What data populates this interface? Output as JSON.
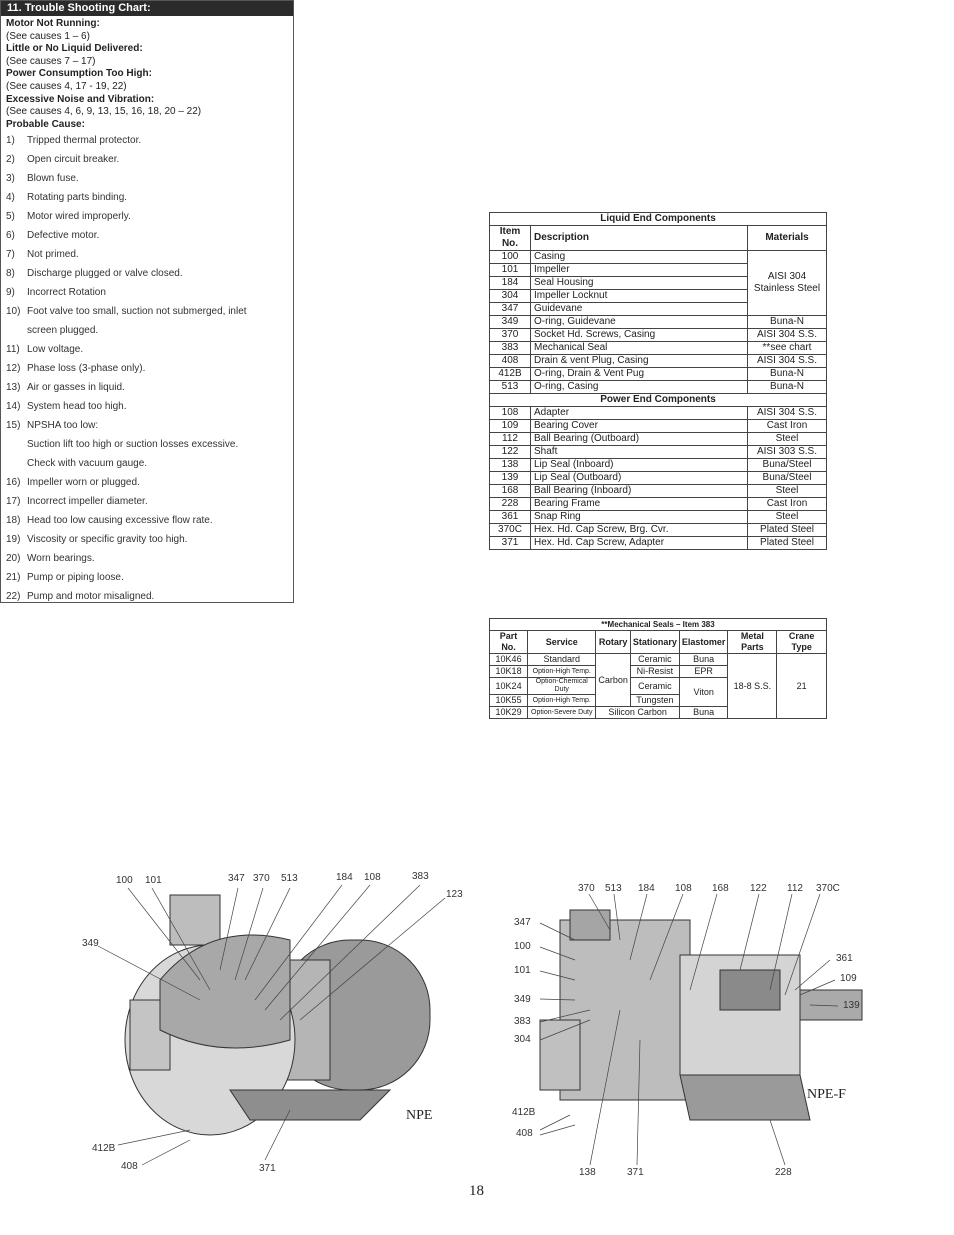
{
  "trouble": {
    "title": "11. Trouble Shooting Chart:",
    "sections": [
      {
        "head": "Motor Not Running:",
        "see": "(See causes 1 – 6)"
      },
      {
        "head": "Little or No Liquid Delivered:",
        "see": "(See causes 7 – 17)"
      },
      {
        "head": "Power Consumption Too High:",
        "see": "(See causes 4, 17 - 19, 22)"
      },
      {
        "head": "Excessive Noise and Vibration:",
        "see": "(See causes 4, 6, 9, 13, 15, 16, 18, 20 – 22)"
      }
    ],
    "probable_head": "Probable Cause:",
    "causes": [
      {
        "n": "1)",
        "t": "Tripped thermal protector."
      },
      {
        "n": "2)",
        "t": "Open circuit breaker."
      },
      {
        "n": "3)",
        "t": "Blown fuse."
      },
      {
        "n": "4)",
        "t": "Rotating parts binding."
      },
      {
        "n": "5)",
        "t": "Motor wired improperly."
      },
      {
        "n": "6)",
        "t": "Defective motor."
      },
      {
        "n": "7)",
        "t": "Not primed."
      },
      {
        "n": "8)",
        "t": "Discharge plugged or valve closed."
      },
      {
        "n": "9)",
        "t": "Incorrect Rotation"
      },
      {
        "n": "10)",
        "t": "Foot valve too small, suction not submerged, inlet"
      },
      {
        "n": "",
        "t": "screen plugged."
      },
      {
        "n": "11)",
        "t": "Low voltage."
      },
      {
        "n": "12)",
        "t": "Phase loss (3-phase only)."
      },
      {
        "n": "13)",
        "t": "Air or gasses in liquid."
      },
      {
        "n": "14)",
        "t": "System head too high."
      },
      {
        "n": "15)",
        "t": "NPSHA too low:"
      },
      {
        "n": "",
        "t": "Suction lift too high or suction losses excessive."
      },
      {
        "n": "",
        "t": "Check with vacuum gauge."
      },
      {
        "n": "16)",
        "t": "Impeller worn or plugged."
      },
      {
        "n": "17)",
        "t": "Incorrect impeller diameter."
      },
      {
        "n": "18)",
        "t": "Head too low causing excessive flow rate."
      },
      {
        "n": "19)",
        "t": "Viscosity or specific gravity too high."
      },
      {
        "n": "20)",
        "t": "Worn bearings."
      },
      {
        "n": "21)",
        "t": "Pump or piping loose."
      },
      {
        "n": "22)",
        "t": "Pump and motor misaligned."
      }
    ]
  },
  "liquid_end": {
    "title": "Liquid End Components",
    "h_item": "Item No.",
    "h_desc": "Description",
    "h_mat": "Materials",
    "rows": [
      {
        "item": "100",
        "desc": "Casing"
      },
      {
        "item": "101",
        "desc": "Impeller"
      },
      {
        "item": "184",
        "desc": "Seal Housing"
      },
      {
        "item": "304",
        "desc": "Impeller Locknut"
      },
      {
        "item": "347",
        "desc": "Guidevane"
      },
      {
        "item": "349",
        "desc": "O-ring, Guidevane",
        "mat": "Buna-N"
      },
      {
        "item": "370",
        "desc": "Socket Hd. Screws, Casing",
        "mat": "AISI 304 S.S."
      },
      {
        "item": "383",
        "desc": "Mechanical Seal",
        "mat": "**see chart"
      },
      {
        "item": "408",
        "desc": "Drain & vent Plug, Casing",
        "mat": "AISI 304 S.S."
      },
      {
        "item": "412B",
        "desc": "O-ring, Drain & Vent Pug",
        "mat": "Buna-N"
      },
      {
        "item": "513",
        "desc": "O-ring, Casing",
        "mat": "Buna-N"
      }
    ],
    "group_mat": "AISI 304 Stainless Steel"
  },
  "power_end": {
    "title": "Power End Components",
    "rows": [
      {
        "item": "108",
        "desc": "Adapter",
        "mat": "AISI 304 S.S."
      },
      {
        "item": "109",
        "desc": "Bearing Cover",
        "mat": "Cast Iron"
      },
      {
        "item": "112",
        "desc": "Ball Bearing (Outboard)",
        "mat": "Steel"
      },
      {
        "item": "122",
        "desc": "Shaft",
        "mat": "AISI 303 S.S."
      },
      {
        "item": "138",
        "desc": "Lip Seal (Inboard)",
        "mat": "Buna/Steel"
      },
      {
        "item": "139",
        "desc": "Lip Seal (Outboard)",
        "mat": "Buna/Steel"
      },
      {
        "item": "168",
        "desc": "Ball Bearing (Inboard)",
        "mat": "Steel"
      },
      {
        "item": "228",
        "desc": "Bearing Frame",
        "mat": "Cast Iron"
      },
      {
        "item": "361",
        "desc": "Snap Ring",
        "mat": "Steel"
      },
      {
        "item": "370C",
        "desc": "Hex. Hd. Cap Screw, Brg. Cvr.",
        "mat": "Plated Steel"
      },
      {
        "item": "371",
        "desc": "Hex. Hd. Cap Screw, Adapter",
        "mat": "Plated Steel"
      }
    ]
  },
  "seals": {
    "title": "**Mechanical Seals – Item 383",
    "headers": [
      "Part No.",
      "Service",
      "Rotary",
      "Stationary",
      "Elastomer",
      "Metal Parts",
      "Crane Type"
    ],
    "rows": [
      {
        "part": "10K46",
        "service": "Standard",
        "stationary": "Ceramic",
        "elastomer": "Buna"
      },
      {
        "part": "10K18",
        "service": "Option-High Temp.",
        "stationary": "Ni-Resist",
        "elastomer": "EPR"
      },
      {
        "part": "10K24",
        "service": "Option-Chemical Duty",
        "stationary": "Ceramic"
      },
      {
        "part": "10K55",
        "service": "Option-High Temp.",
        "stationary": "Tungsten"
      },
      {
        "part": "10K29",
        "service": "Option-Severe Duty",
        "rotstat": "Silicon Carbon",
        "elastomer": "Buna"
      }
    ],
    "rotary_group": "Carbon",
    "viton": "Viton",
    "metal": "18-8 S.S.",
    "crane": "21"
  },
  "left_fig": {
    "tag": "NPE",
    "labels": [
      "100",
      "101",
      "347",
      "370",
      "513",
      "184",
      "108",
      "383",
      "123",
      "349",
      "412B",
      "408",
      "371"
    ]
  },
  "right_fig": {
    "tag": "NPE-F",
    "labels": [
      "370",
      "513",
      "184",
      "108",
      "168",
      "122",
      "112",
      "370C",
      "347",
      "100",
      "101",
      "349",
      "383",
      "304",
      "361",
      "109",
      "139",
      "412B",
      "408",
      "138",
      "371",
      "228"
    ]
  },
  "page_number": "18"
}
